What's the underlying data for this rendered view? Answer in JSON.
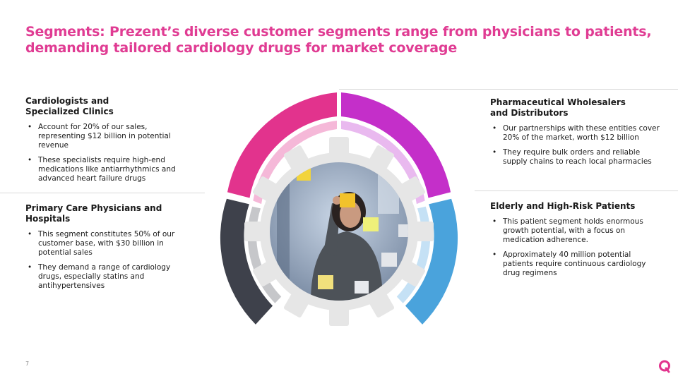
{
  "title": "Segments: Prezent’s diverse customer segments range from physicians to patients, demanding tailored cardiology drugs for market coverage",
  "segments": {
    "top_left": {
      "heading_line1": "Cardiologists and",
      "heading_line2": "Specialized Clinics",
      "bullets": [
        "Account for 20% of our sales, representing $12 billion in potential revenue",
        "These specialists require high-end medications like antiarrhythmics and advanced heart failure drugs"
      ]
    },
    "bottom_left": {
      "heading": "Primary Care Physicians and Hospitals",
      "bullets": [
        "This segment constitutes 50% of our customer base, with $30 billion in potential sales",
        "They demand a range of cardiology drugs, especially statins and antihypertensives"
      ]
    },
    "top_right": {
      "heading_line1": "Pharmaceutical Wholesalers",
      "heading_line2": "and Distributors",
      "bullets": [
        "Our partnerships with these entities cover 20% of the market, worth $12 billion",
        "They require bulk orders and reliable supply chains to reach local pharmacies"
      ]
    },
    "bottom_right": {
      "heading": "Elderly and High-Risk Patients",
      "bullets": [
        "This patient segment holds enormous growth potential, with a focus on medication adherence.",
        "Approximately 40 million potential patients require continuous cardiology drug regimens"
      ]
    }
  },
  "page_number": "7",
  "colors": {
    "title": "#e03c93",
    "arc_pink": "#e2338d",
    "arc_purple": "#c42fc9",
    "arc_dark": "#3e414b",
    "arc_blue": "#4aa3dc",
    "gear": "#e6e6e6"
  },
  "icons": {
    "logo": "prezent-logo-icon"
  }
}
